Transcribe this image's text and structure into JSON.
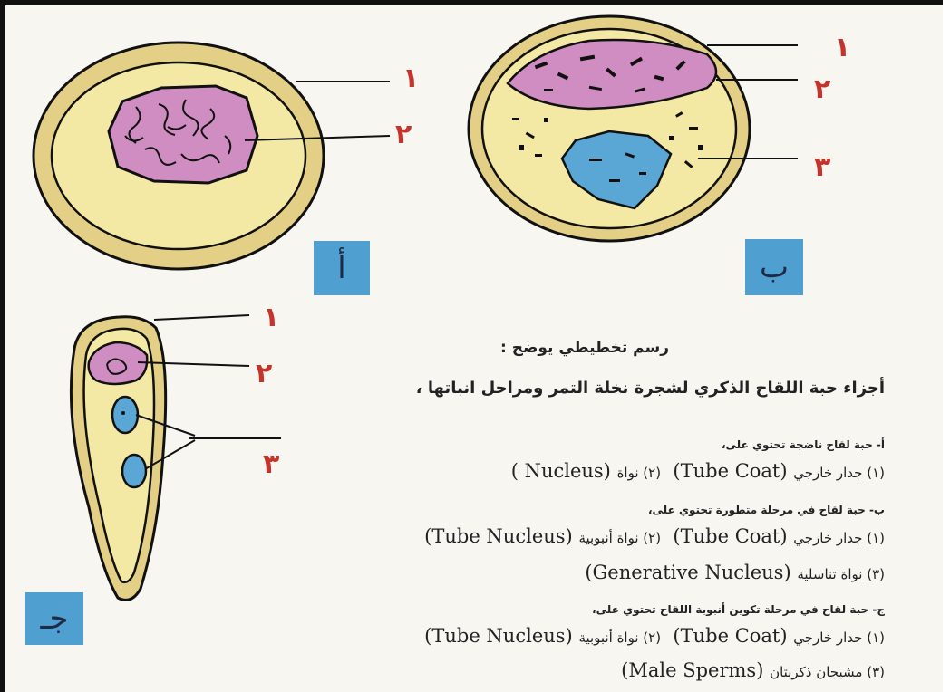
{
  "labels": {
    "n1": "١",
    "n2": "٢",
    "n3": "٣"
  },
  "panels": {
    "a": "أ",
    "b": "ب",
    "c": "جـ"
  },
  "caption": {
    "line1": "رسم تخطيطي يوضح :",
    "line2": "أجزاء حبة اللقاح الذكري لشجرة نخلة التمر ومراحل انباتها ،"
  },
  "section_a": {
    "heading": "أ- حبة لقاح ناضجة تحتوي على،",
    "line1_ar": "(١) جدار خارجي",
    "line1_en": "(Tube Coat)",
    "line1b_ar": "(٢) نواة",
    "line1b_en": "(Nucleus )"
  },
  "section_b": {
    "heading": "ب- حبة لقاح في مرحلة متطورة تحتوي على،",
    "line1_ar": "(١) جدار خارجي",
    "line1_en": "(Tube Coat)",
    "line1b_ar": "(٢) نواة أنبوبية",
    "line1b_en": "(Tube Nucleus)",
    "line2_ar": "(٣) نواة تناسلية",
    "line2_en": "(Generative Nucleus)"
  },
  "section_c": {
    "heading": "ج- حبة لقاح في مرحلة تكوين أنبوبة اللقاح تحتوي على،",
    "line1_ar": "(١) جدار خارجي",
    "line1_en": "(Tube Coat)",
    "line1b_ar": "(٢) نواة أنبوبية",
    "line1b_en": "(Tube Nucleus)",
    "line2_ar": "(٣) مشيجان ذكريتان",
    "line2_en": "(Male Sperms)"
  },
  "colors": {
    "wall_outer": "#e3cf86",
    "cytoplasm": "#f4e9a4",
    "nucleus_pink": "#cf8dc1",
    "nucleus_blue": "#5aa7d6",
    "label_red": "#c4342c",
    "panel_box": "#4f9fd0"
  }
}
